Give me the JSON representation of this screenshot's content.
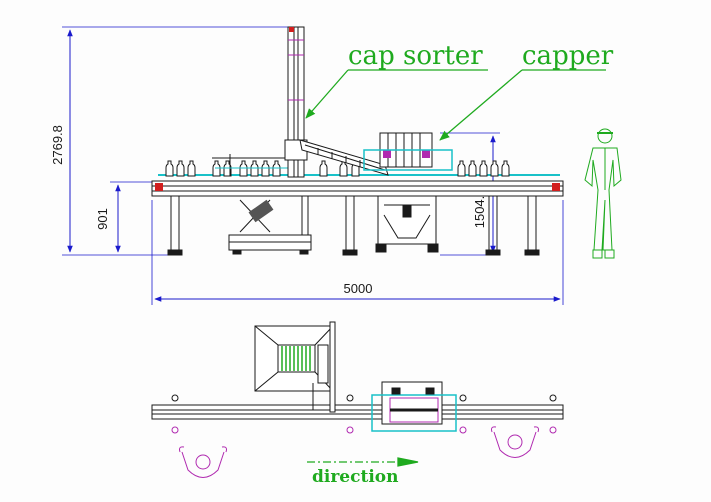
{
  "labels": {
    "cap_sorter": "cap sorter",
    "capper": "capper",
    "direction": "direction"
  },
  "dimensions": {
    "overall_height": "2769.8",
    "conveyor_height": "901",
    "capper_height": "1504.",
    "overall_length": "5000"
  },
  "colors": {
    "line": "#1a1a1a",
    "dimension": "#1a1acc",
    "label": "#1faa1f",
    "arrow": "#1faa1f",
    "accent_red": "#d21e1e",
    "accent_cyan": "#19c1c8",
    "accent_magenta": "#b02ab0",
    "accent_gray": "#555555"
  },
  "icons": {
    "worker_front": "worker-figure-icon",
    "operator_top_left": "operator-topview-icon",
    "operator_top_right": "operator-topview-icon",
    "direction_arrow": "arrow-right-icon"
  }
}
